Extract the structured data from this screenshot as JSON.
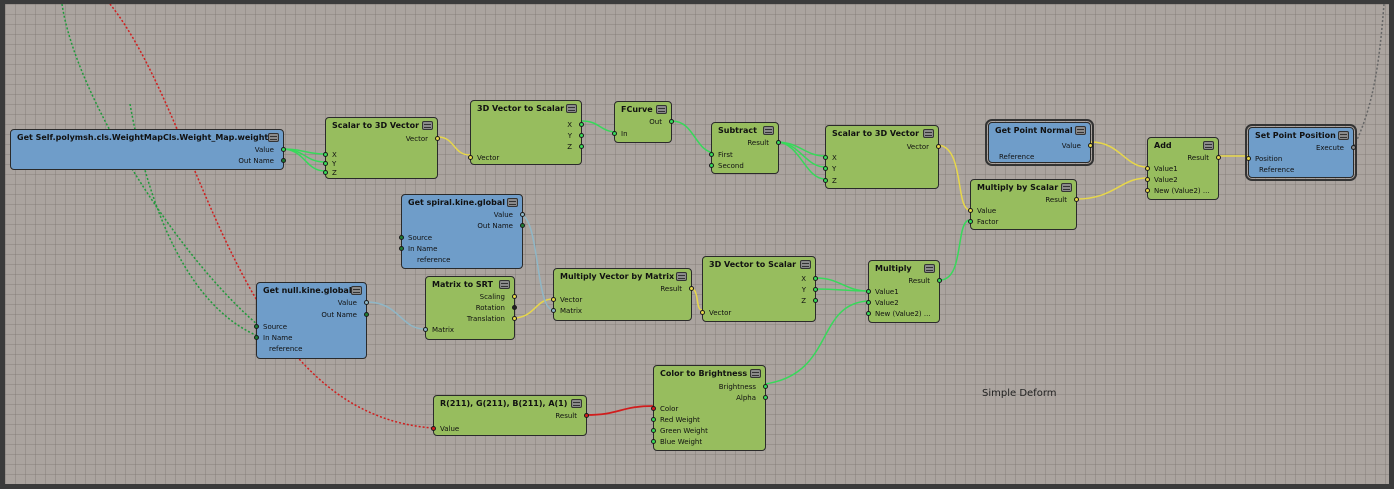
{
  "canvas": {
    "label": "Simple Deform",
    "colors": {
      "green_wire": "#37d95a",
      "yellow_wire": "#e7d74a",
      "red_wire": "#d11d1d",
      "blue_wire": "#8fb7c7",
      "gray_wire": "#8a8a8a"
    }
  },
  "nodes": {
    "weights": {
      "title": "Get Self.polymsh.cls.WeightMapCls.Weight_Map.weights",
      "value": "Value",
      "outname": "Out Name"
    },
    "s2v1": {
      "title": "Scalar to 3D Vector",
      "x": "X",
      "y": "Y",
      "z": "Z",
      "vector": "Vector"
    },
    "v2s1": {
      "title": "3D Vector to Scalar",
      "vector": "Vector",
      "x": "X",
      "y": "Y",
      "z": "Z"
    },
    "fcurve": {
      "title": "FCurve",
      "in": "In",
      "out": "Out"
    },
    "subtract": {
      "title": "Subtract",
      "first": "First",
      "second": "Second",
      "result": "Result"
    },
    "s2v2": {
      "title": "Scalar to 3D Vector",
      "x": "X",
      "y": "Y",
      "z": "Z",
      "vector": "Vector"
    },
    "pointnormal": {
      "title": "Get Point Normal",
      "reference": "Reference",
      "value": "Value"
    },
    "add": {
      "title": "Add",
      "value1": "Value1",
      "value2": "Value2",
      "new": "New (Value2) ...",
      "result": "Result"
    },
    "setpos": {
      "title": "Set Point Position",
      "position": "Position",
      "reference": "Reference",
      "execute": "Execute"
    },
    "spiral": {
      "title": "Get spiral.kine.global",
      "value": "Value",
      "outname": "Out Name",
      "source": "Source",
      "inname": "In Name",
      "reference": "reference"
    },
    "null": {
      "title": "Get null.kine.global",
      "value": "Value",
      "outname": "Out Name",
      "source": "Source",
      "inname": "In Name",
      "reference": "reference"
    },
    "m2srt": {
      "title": "Matrix to SRT",
      "matrix": "Matrix",
      "scaling": "Scaling",
      "rotation": "Rotation",
      "translation": "Translation"
    },
    "mulvm": {
      "title": "Multiply Vector by Matrix",
      "vector": "Vector",
      "matrix": "Matrix",
      "result": "Result"
    },
    "v2s2": {
      "title": "3D Vector to Scalar",
      "vector": "Vector",
      "x": "X",
      "y": "Y",
      "z": "Z"
    },
    "multiply": {
      "title": "Multiply",
      "value1": "Value1",
      "value2": "Value2",
      "new": "New (Value2) ...",
      "result": "Result"
    },
    "mulscalar": {
      "title": "Multiply by Scalar",
      "value": "Value",
      "factor": "Factor",
      "result": "Result"
    },
    "color": {
      "title": "R(211), G(211), B(211), A(1)",
      "value": "Value",
      "result": "Result"
    },
    "c2b": {
      "title": "Color to Brightness",
      "color": "Color",
      "red": "Red Weight",
      "green": "Green Weight",
      "blue": "Blue Weight",
      "brightness": "Brightness",
      "alpha": "Alpha"
    }
  }
}
